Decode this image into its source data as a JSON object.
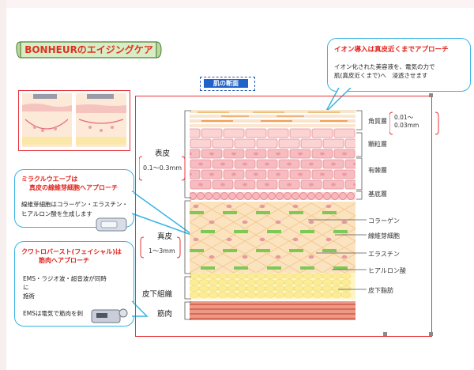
{
  "banner": {
    "title": "BONHEURのエイジングケア",
    "color": "#e03020",
    "bg": "#d8ecc6"
  },
  "skin_title": "肌の断面",
  "ion_callout": {
    "title": "イオン導入は真皮近くまでアプローチ",
    "lines": [
      "イオン化された美容液を、電気の力で",
      "肌(真皮近くまで)へ　浸透させます"
    ]
  },
  "wave_callout": {
    "title_lines": [
      "ミラクルウエーブは",
      "真皮の線維芽細胞へアプローチ"
    ],
    "lines": [
      "線維芽細胞はコラーゲン・エラスチン・",
      "ヒアルロン酸を生成します"
    ]
  },
  "burst_callout": {
    "title_lines": [
      "クワトロバースト(フェイシャル)は",
      "筋肉へアプローチ"
    ],
    "lines": [
      "EMS・ラジオ波・超音波が同時",
      "に",
      "施術",
      "",
      "EMSは電気で筋肉を刺"
    ]
  },
  "left_labels": {
    "epidermis": "表皮",
    "epidermis_depth": "0.1～0.3mm",
    "dermis": "真皮",
    "dermis_depth": "1～3mm",
    "subcutaneous": "皮下組織",
    "muscle": "筋肉"
  },
  "right_labels": {
    "stratum_corneum": "角質層",
    "corneum_depth_lines": [
      "0.01～",
      "0.03mm"
    ],
    "granular": "顆粒層",
    "spinous": "有棘層",
    "basal": "基底層",
    "collagen": "コラーゲン",
    "fibroblast": "線維芽細胞",
    "elastin": "エラスチン",
    "hyaluronic": "ヒアルロン酸",
    "fat": "皮下脂肪"
  },
  "colors": {
    "accent_red": "#e6353a",
    "callout_blue": "#38b4e4",
    "collagen": "#f9dca0",
    "elastin": "#7ec856",
    "fat": "#fdf3a6",
    "muscle": "#e88877",
    "cell_pink": "#f4b3b8"
  }
}
